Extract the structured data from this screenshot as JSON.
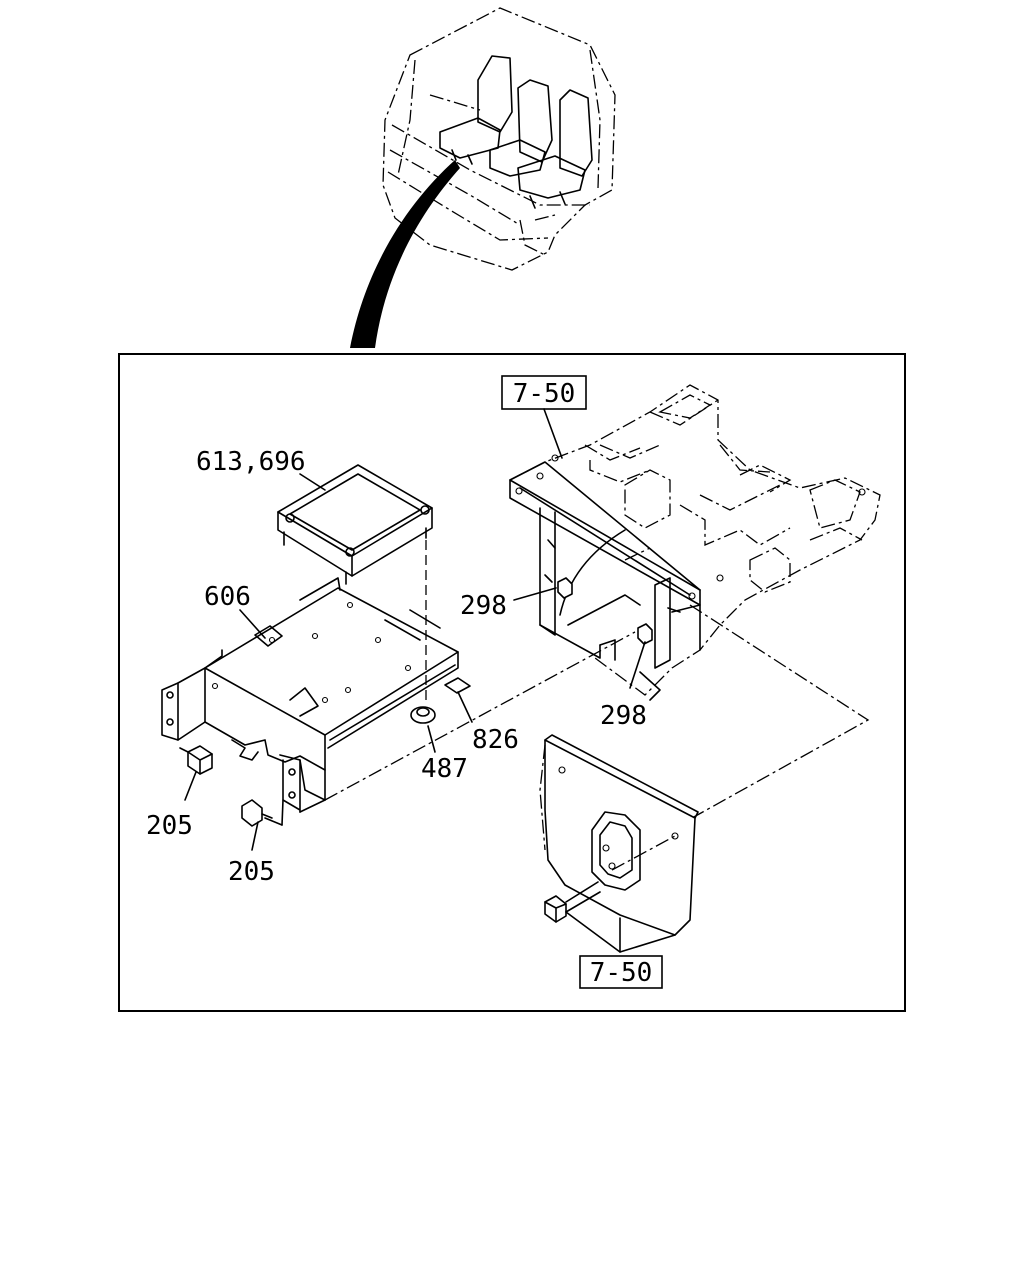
{
  "callouts": {
    "ecu": "613,696",
    "bracket": "606",
    "clip_upper": "298",
    "clip_lower": "298",
    "grommet": "487",
    "pad": "826",
    "bolt_left": "205",
    "bolt_right": "205"
  },
  "references": {
    "top": "7-50",
    "bottom": "7-50"
  }
}
